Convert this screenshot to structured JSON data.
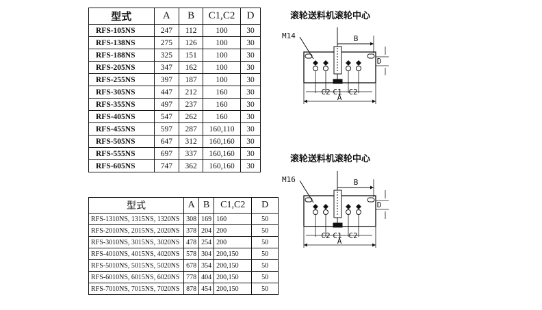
{
  "table1": {
    "headers": [
      "型式",
      "A",
      "B",
      "C1,C2",
      "D"
    ],
    "rows": [
      [
        "RFS-105NS",
        "247",
        "112",
        "100",
        "30"
      ],
      [
        "RFS-138NS",
        "275",
        "126",
        "100",
        "30"
      ],
      [
        "RFS-188NS",
        "325",
        "151",
        "100",
        "30"
      ],
      [
        "RFS-205NS",
        "347",
        "162",
        "100",
        "30"
      ],
      [
        "RFS-255NS",
        "397",
        "187",
        "100",
        "30"
      ],
      [
        "RFS-305NS",
        "447",
        "212",
        "160",
        "30"
      ],
      [
        "RFS-355NS",
        "497",
        "237",
        "160",
        "30"
      ],
      [
        "RFS-405NS",
        "547",
        "262",
        "160",
        "30"
      ],
      [
        "RFS-455NS",
        "597",
        "287",
        "160,110",
        "30"
      ],
      [
        "RFS-505NS",
        "647",
        "312",
        "160,160",
        "30"
      ],
      [
        "RFS-555NS",
        "697",
        "337",
        "160,160",
        "30"
      ],
      [
        "RFS-605NS",
        "747",
        "362",
        "160,160",
        "30"
      ]
    ]
  },
  "table2": {
    "headers": [
      "型式",
      "A",
      "B",
      "C1,C2",
      "D"
    ],
    "rows": [
      [
        "RFS-1310NS, 1315NS, 1320NS",
        "308",
        "169",
        "160",
        "50"
      ],
      [
        "RFS-2010NS, 2015NS, 2020NS",
        "378",
        "204",
        "200",
        "50"
      ],
      [
        "RFS-3010NS, 3015NS, 3020NS",
        "478",
        "254",
        "200",
        "50"
      ],
      [
        "RFS-4010NS, 4015NS, 4020NS",
        "578",
        "304",
        "200,150",
        "50"
      ],
      [
        "RFS-5010NS, 5015NS, 5020NS",
        "678",
        "354",
        "200,150",
        "50"
      ],
      [
        "RFS-6010NS, 6015NS, 6020NS",
        "778",
        "404",
        "200,150",
        "50"
      ],
      [
        "RFS-7010NS, 7015NS, 7020NS",
        "878",
        "454",
        "200,150",
        "50"
      ]
    ]
  },
  "diagram1": {
    "title": "滚轮送料机滚轮中心",
    "bolt": "M14",
    "label_b": "B",
    "label_d": "D",
    "label_c2_left": "C2",
    "label_c1": "C1",
    "label_c2_right": "C2",
    "label_a": "A"
  },
  "diagram2": {
    "title": "滚轮送料机滚轮中心",
    "bolt": "M16",
    "label_b": "B",
    "label_d": "D",
    "label_c2_left": "C2",
    "label_c1": "C1",
    "label_c2_right": "C2",
    "label_a": "A"
  }
}
